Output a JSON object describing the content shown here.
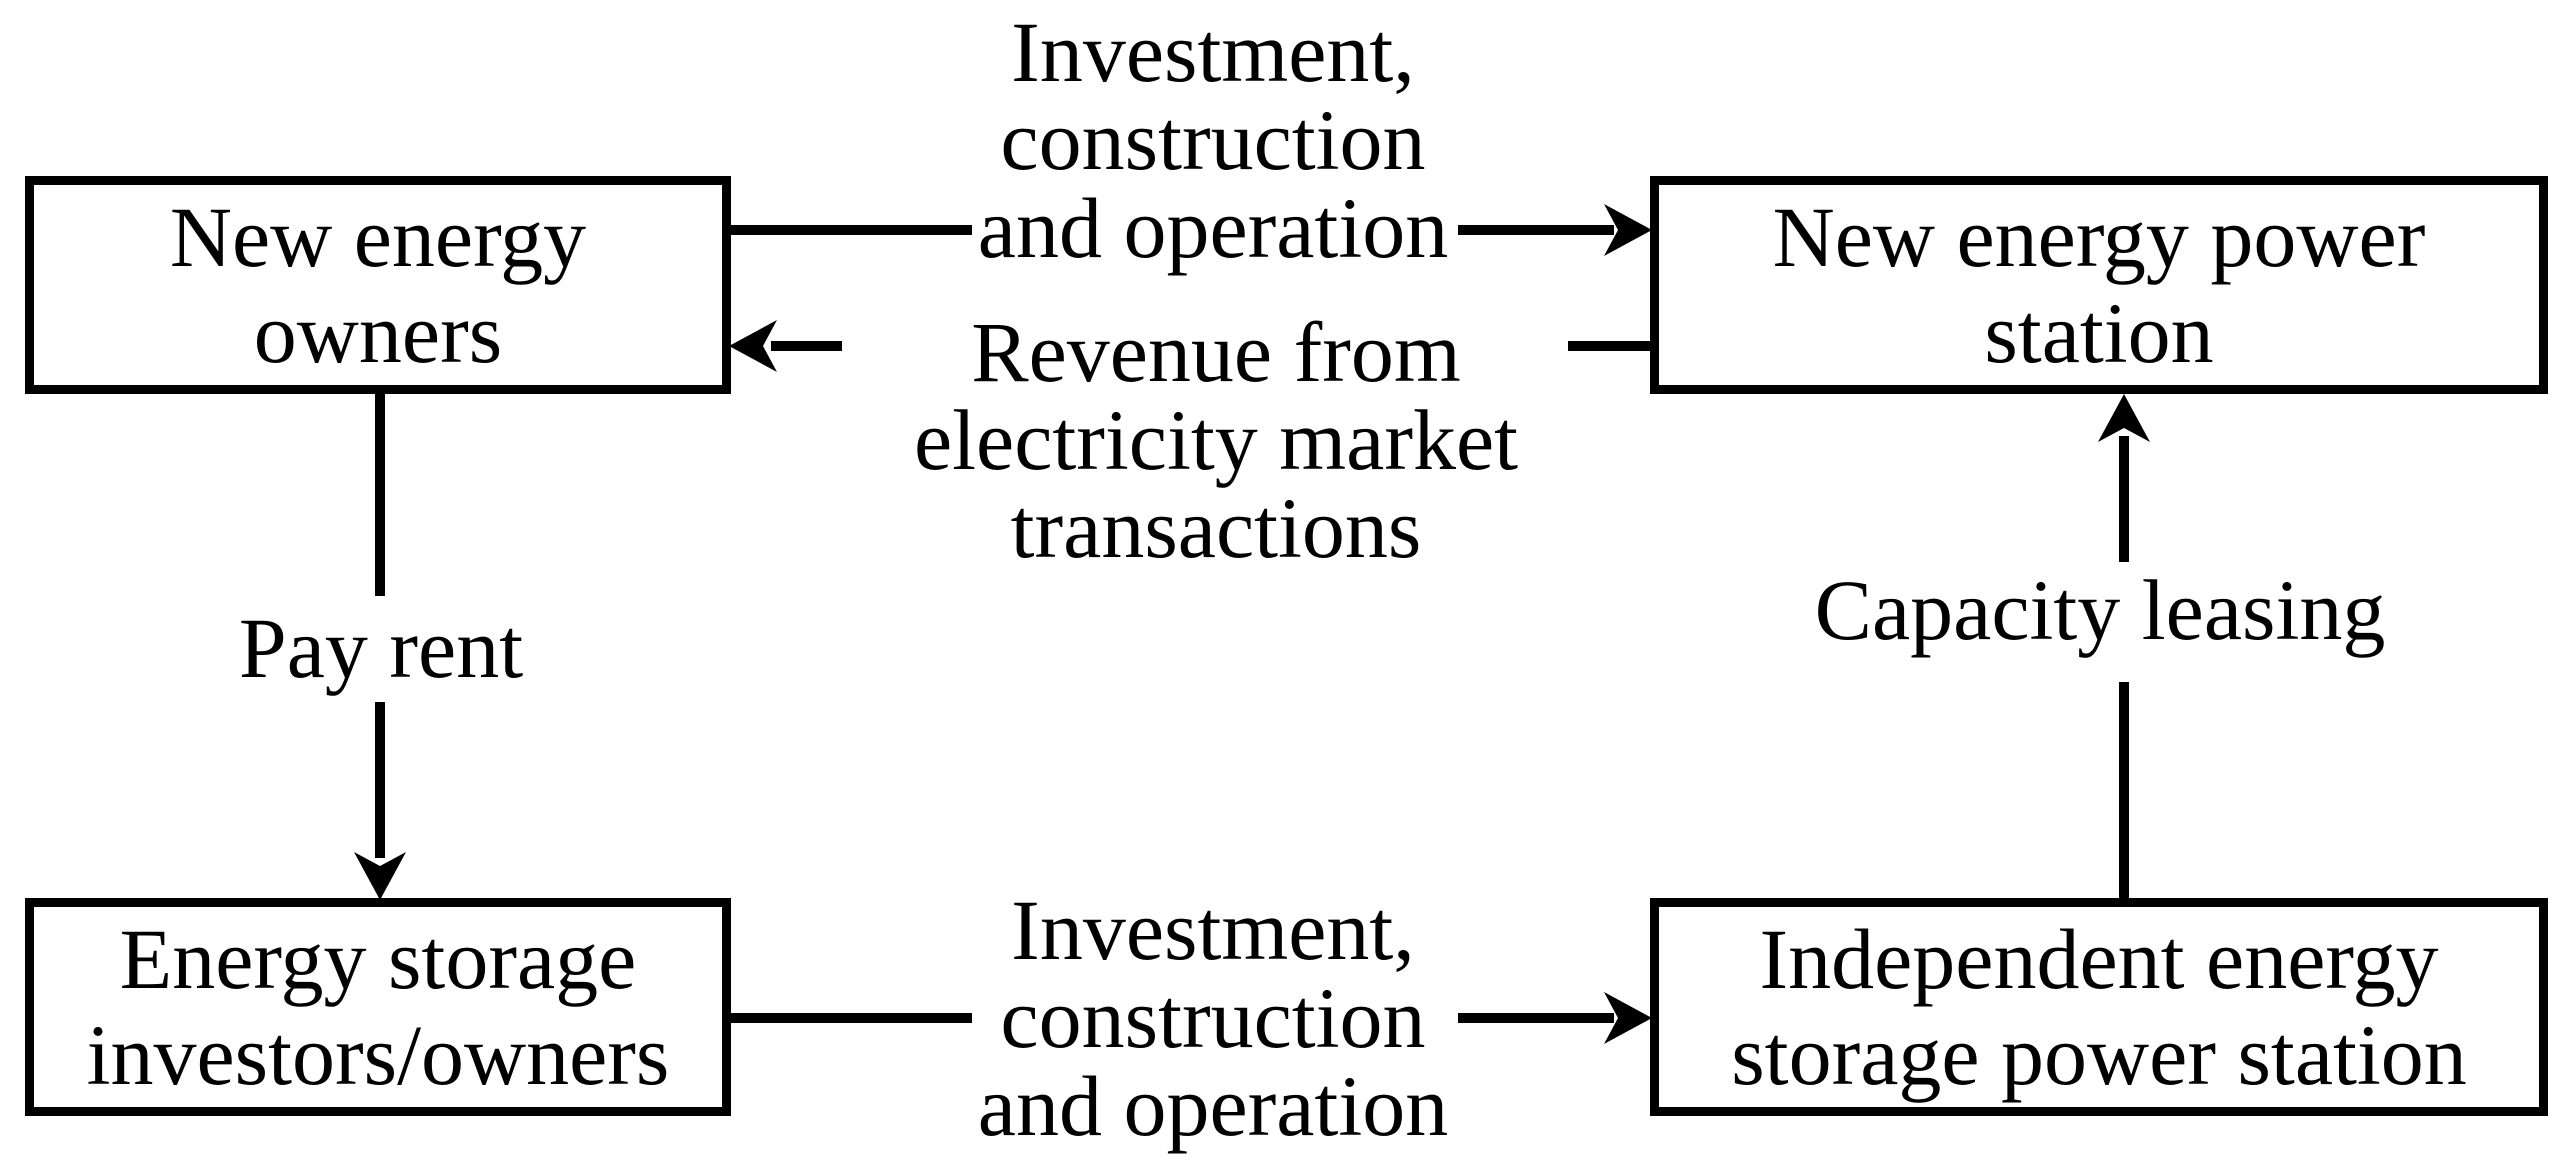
{
  "diagram": {
    "colors": {
      "ink": "#000000",
      "paper": "#ffffff"
    },
    "nodes": {
      "new_energy_owners": {
        "label": "New energy\nowners"
      },
      "new_energy_power_station": {
        "label": "New energy power\nstation"
      },
      "energy_storage_investors_owners": {
        "label": "Energy storage\ninvestors/owners"
      },
      "independent_energy_storage_power_station": {
        "label": "Independent energy\nstorage power station"
      }
    },
    "edges": {
      "investment_top": {
        "label": "Investment,\nconstruction\nand operation",
        "from": "new_energy_owners",
        "to": "new_energy_power_station",
        "direction": "right"
      },
      "revenue": {
        "label": "Revenue from\nelectricity market\ntransactions",
        "from": "new_energy_power_station",
        "to": "new_energy_owners",
        "direction": "left"
      },
      "pay_rent": {
        "label": "Pay rent",
        "from": "new_energy_owners",
        "to": "energy_storage_investors_owners",
        "direction": "down"
      },
      "investment_bottom": {
        "label": "Investment,\nconstruction\nand operation",
        "from": "energy_storage_investors_owners",
        "to": "independent_energy_storage_power_station",
        "direction": "right"
      },
      "capacity_leasing": {
        "label": "Capacity leasing",
        "from": "independent_energy_storage_power_station",
        "to": "new_energy_power_station",
        "direction": "up"
      }
    }
  }
}
